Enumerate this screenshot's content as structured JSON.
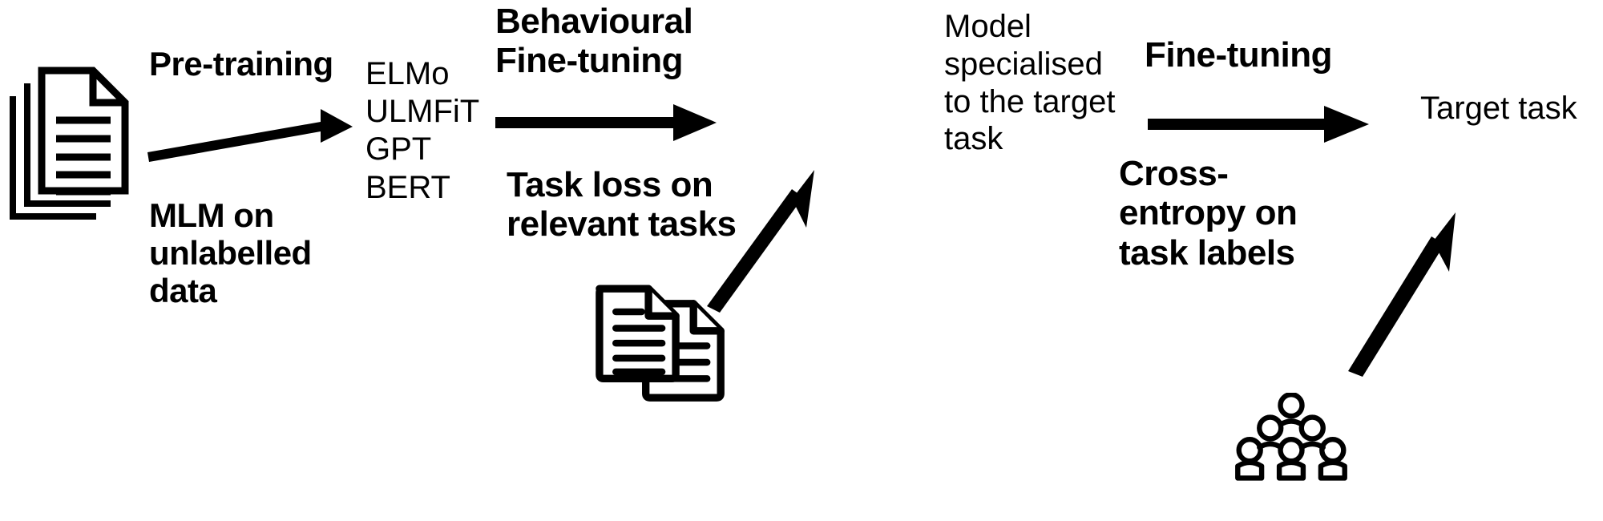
{
  "diagram": {
    "title": "Behavioural fine-tuning pipeline",
    "background_color": "#ffffff",
    "stroke_color": "#000000",
    "stages": {
      "pretraining_label": "Pre-training",
      "pretraining_sublabel": "MLM on\nunlabelled\ndata",
      "models_list": "ELMo\nULMFiT\nGPT\nBERT",
      "behavioural_label": "Behavioural\nFine-tuning",
      "behavioural_sublabel": "Task loss on\nrelevant tasks",
      "specialised_model_label": "Model\nspecialised\nto the target\ntask",
      "finetuning_label": "Fine-tuning",
      "finetuning_sublabel": "Cross-\nentropy on\ntask labels",
      "target_task_label": "Target task"
    },
    "icons": {
      "corpus": "document-stack-icon",
      "task_documents": "two-documents-icon",
      "annotators": "people-group-icon"
    },
    "arrows": [
      {
        "name": "arrow-pretraining",
        "direction": "right-slight-up"
      },
      {
        "name": "arrow-behavioural-finetuning",
        "direction": "right"
      },
      {
        "name": "arrow-task-data-up",
        "direction": "diagonal-up-right"
      },
      {
        "name": "arrow-finetuning",
        "direction": "right"
      },
      {
        "name": "arrow-labels-up",
        "direction": "diagonal-up-right"
      }
    ]
  }
}
